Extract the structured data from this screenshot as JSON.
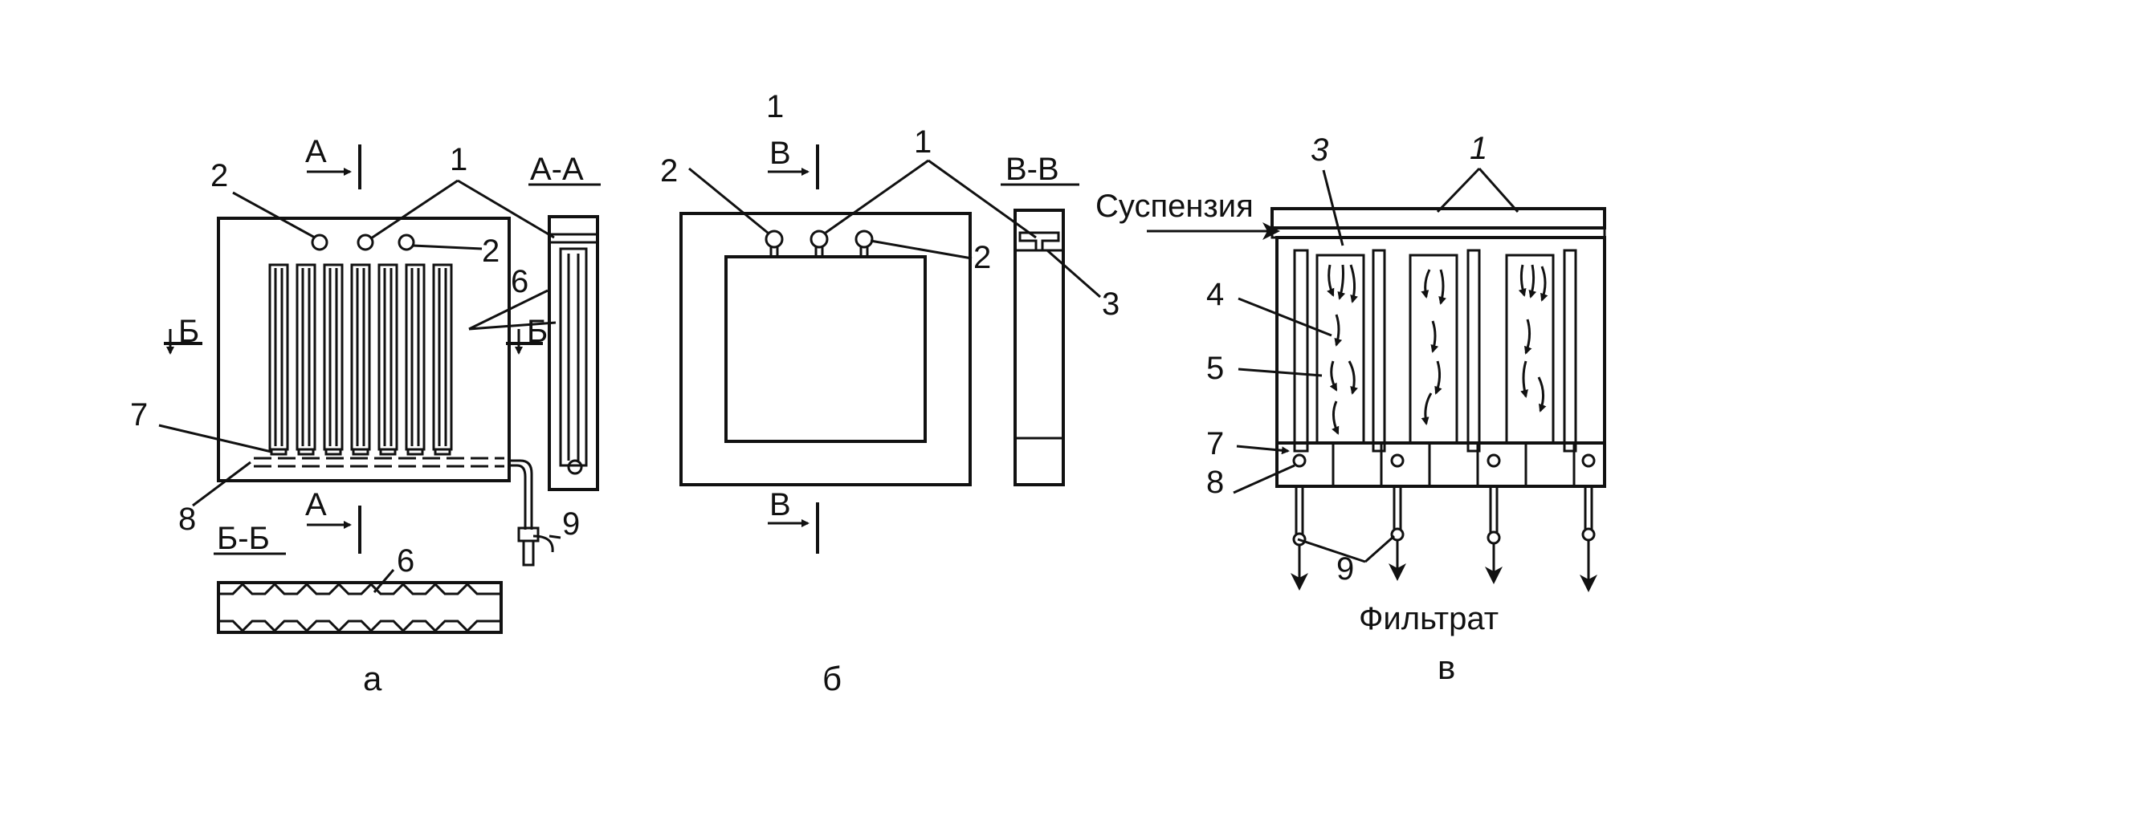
{
  "figure": {
    "view_a": {
      "caption": "а",
      "section_marks": {
        "a": "А",
        "b": "Б"
      },
      "section_aa_title": "А-А",
      "section_bb_title": "Б-Б",
      "callouts": {
        "n1": "1",
        "n2a": "2",
        "n2b": "2",
        "n6a": "6",
        "n6b": "6",
        "n7": "7",
        "n8": "8",
        "n9": "9"
      }
    },
    "view_b": {
      "caption": "б",
      "section_mark": "В",
      "section_title": "В-В",
      "callouts": {
        "n1top": "1",
        "n1": "1",
        "n2a": "2",
        "n2b": "2",
        "n3": "3"
      }
    },
    "view_c": {
      "caption": "в",
      "inlet_label": "Суспензия",
      "outlet_label": "Фильтрат",
      "callouts": {
        "n3": "3",
        "n1": "1",
        "n4": "4",
        "n5": "5",
        "n7": "7",
        "n8": "8",
        "n9": "9"
      }
    }
  }
}
